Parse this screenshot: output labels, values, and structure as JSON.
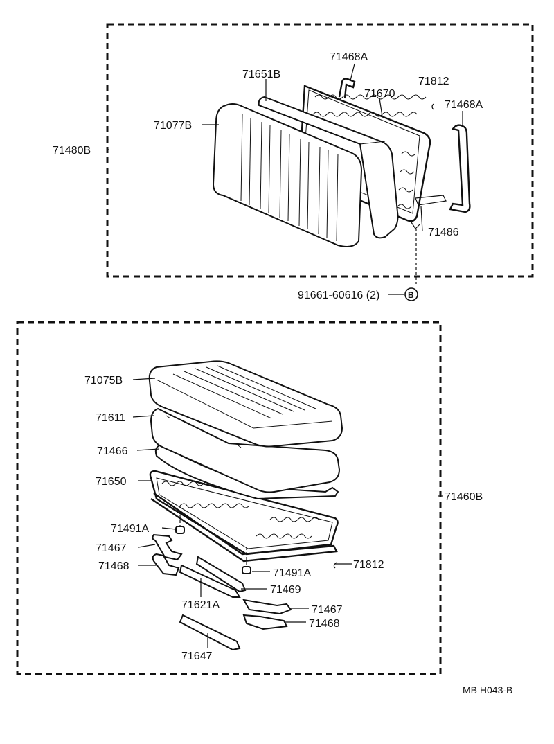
{
  "backrest_group": {
    "assembly_label": "71480B",
    "parts": {
      "frame_hook_top": "71468A",
      "pad": "71651B",
      "spring_frame": "71670",
      "clip": "71812",
      "frame_hook_right": "71468A",
      "cover": "71077B",
      "bracket": "71486"
    },
    "bolt_ref": "91661-60616 (2)",
    "bolt_marker": "B"
  },
  "cushion_group": {
    "assembly_label": "71460B",
    "parts": {
      "cover": "71075B",
      "pad": "71611",
      "pad_lower": "71466",
      "spring_frame": "71650",
      "clip_left": "71491A",
      "clip_right": "71491A",
      "clip_small": "71812",
      "bracket_left_upper": "71467",
      "bracket_left_lower": "71468",
      "rail": "71469",
      "rail_lower": "71621A",
      "bracket_right_upper": "71467",
      "bracket_right_lower": "71468",
      "bar": "71647"
    }
  },
  "diagram_code": "MB H043-B"
}
